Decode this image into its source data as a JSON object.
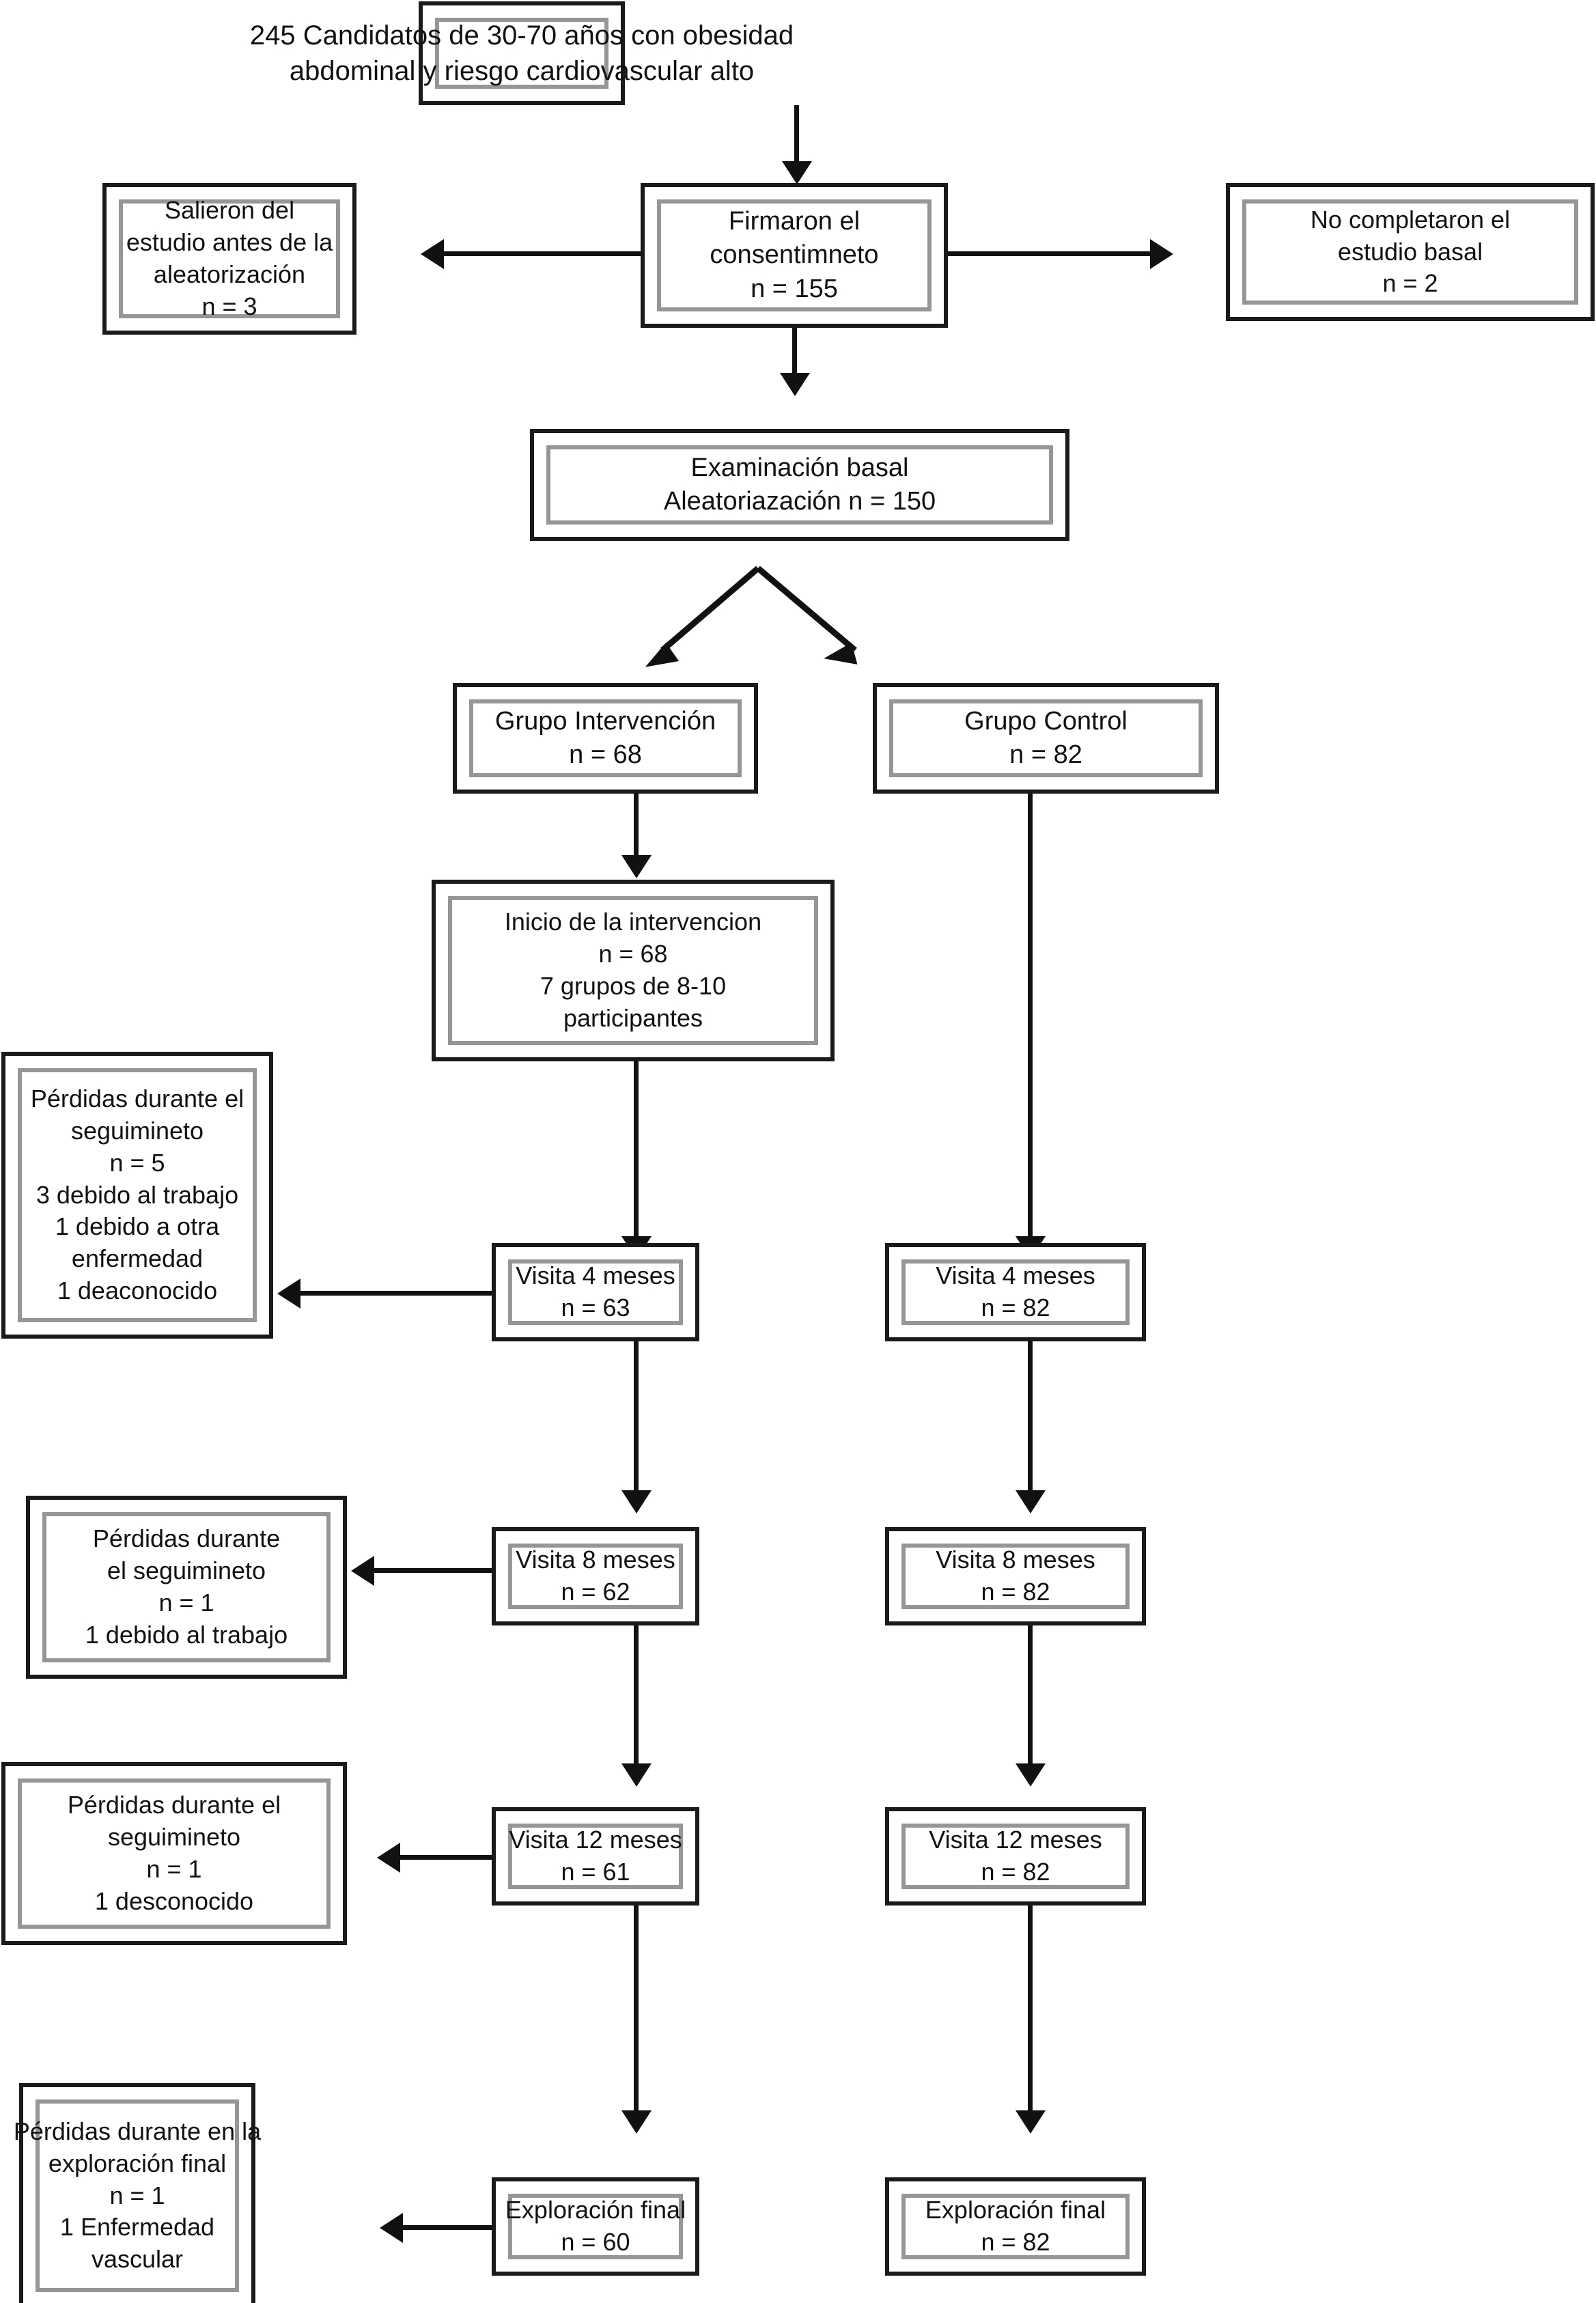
{
  "diagram": {
    "type": "consort-flowchart",
    "language": "es",
    "nodes": {
      "screened": {
        "lines": [
          "245 Candidatos de 30-70 años con obesidad",
          "abdominal y  riesgo cardiovascular alto"
        ],
        "n": 245
      },
      "consent": {
        "lines": [
          "Firmaron el",
          "consentimneto",
          "n = 155"
        ],
        "n": 155
      },
      "left_pre_random": {
        "lines": [
          "Salieron del",
          "estudio antes de la",
          "aleatorización",
          "n = 3"
        ],
        "n": 3
      },
      "right_no_baseline": {
        "lines": [
          "No completaron el",
          "estudio basal",
          "n = 2"
        ],
        "n": 2
      },
      "baseline": {
        "lines": [
          "Examinación basal",
          "Aleatoriazación n = 150"
        ],
        "n": 150
      },
      "group_intervention": {
        "lines": [
          "Grupo Intervención",
          "n = 68"
        ],
        "n": 68
      },
      "group_control": {
        "lines": [
          "Grupo Control",
          "n = 82"
        ],
        "n": 82
      },
      "intervention_start": {
        "lines": [
          "Inicio de la intervencion",
          "n = 68",
          "7 grupos de 8-10",
          "participantes"
        ],
        "n": 68
      },
      "loss_4m": {
        "lines": [
          "Pérdidas durante el",
          "seguimineto",
          "n = 5",
          "3 debido al trabajo",
          "1 debido a otra",
          "enfermedad",
          "1 deaconocido"
        ],
        "n": 5
      },
      "visit4_int": {
        "lines": [
          "Visita 4 meses",
          "n = 63"
        ],
        "n": 63
      },
      "visit4_ctl": {
        "lines": [
          "Visita 4 meses",
          "n = 82"
        ],
        "n": 82
      },
      "loss_8m": {
        "lines": [
          "Pérdidas durante",
          "el seguimineto",
          "n = 1",
          "1 debido al trabajo"
        ],
        "n": 1
      },
      "visit8_int": {
        "lines": [
          "Visita 8 meses",
          "n = 62"
        ],
        "n": 62
      },
      "visit8_ctl": {
        "lines": [
          "Visita 8 meses",
          "n = 82"
        ],
        "n": 82
      },
      "loss_12m": {
        "lines": [
          "Pérdidas durante el",
          "seguimineto",
          "n = 1",
          "1 desconocido"
        ],
        "n": 1
      },
      "visit12_int": {
        "lines": [
          "Visita 12 meses",
          "n = 61"
        ],
        "n": 61
      },
      "visit12_ctl": {
        "lines": [
          "Visita 12 meses",
          "n = 82"
        ],
        "n": 82
      },
      "loss_final": {
        "lines": [
          "Pérdidas durante en la",
          "exploración final",
          "n = 1",
          "1 Enfermedad",
          "vascular"
        ],
        "n": 1
      },
      "final_int": {
        "lines": [
          "Exploración final",
          "n = 60"
        ],
        "n": 60
      },
      "final_ctl": {
        "lines": [
          "Exploración final",
          "n = 82"
        ],
        "n": 82
      }
    },
    "colors": {
      "outer_border": "#1a1a1a",
      "inner_border": "#969696",
      "connector": "#111111",
      "background": "#ffffff",
      "text": "#121212"
    }
  }
}
